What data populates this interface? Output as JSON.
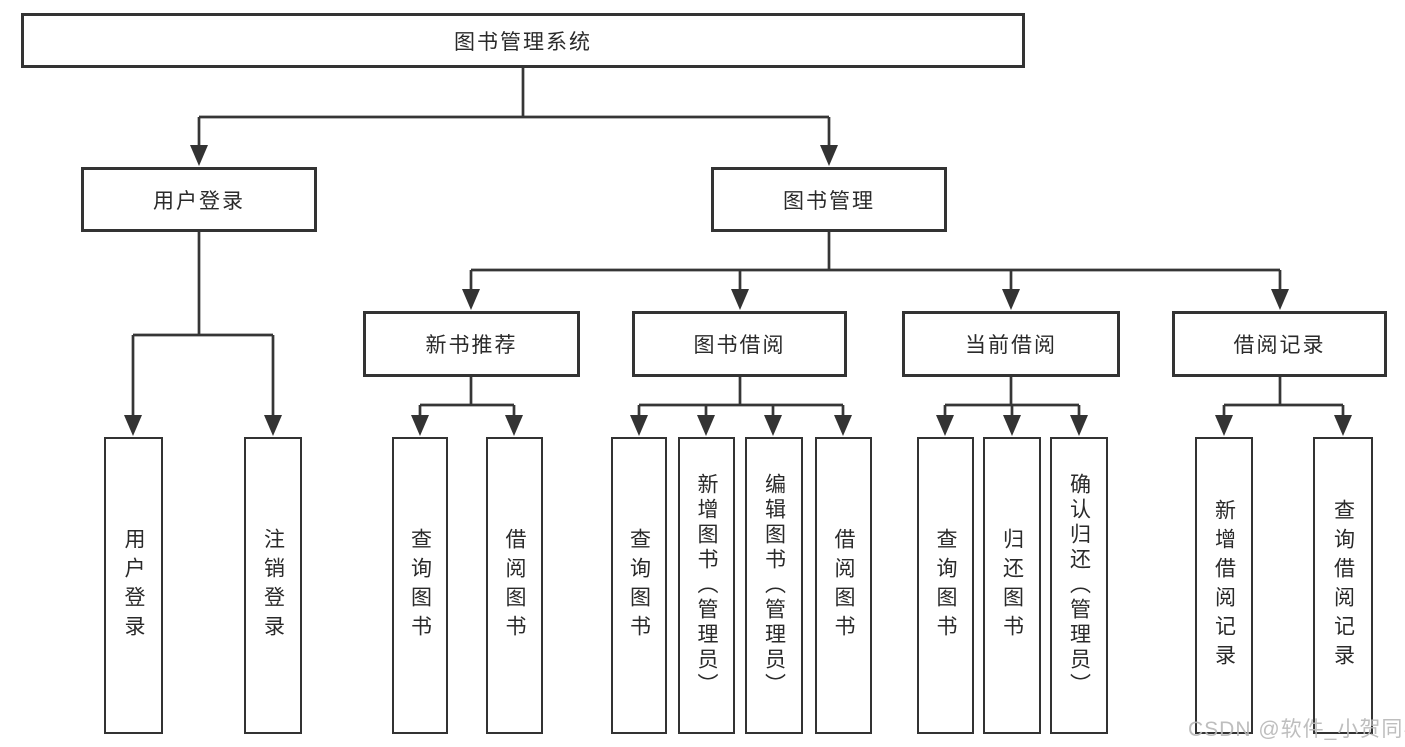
{
  "tree": {
    "label": "图书管理系统",
    "children": [
      {
        "label": "用户登录",
        "children": [
          {
            "label": "用户登录"
          },
          {
            "label": "注销登录"
          }
        ]
      },
      {
        "label": "图书管理",
        "children": [
          {
            "label": "新书推荐",
            "children": [
              {
                "label": "查询图书"
              },
              {
                "label": "借阅图书"
              }
            ]
          },
          {
            "label": "图书借阅",
            "children": [
              {
                "label": "查询图书"
              },
              {
                "label": "新增图书（管理员）"
              },
              {
                "label": "编辑图书（管理员）"
              },
              {
                "label": "借阅图书"
              }
            ]
          },
          {
            "label": "当前借阅",
            "children": [
              {
                "label": "查询图书"
              },
              {
                "label": "归还图书"
              },
              {
                "label": "确认归还（管理员）"
              }
            ]
          },
          {
            "label": "借阅记录",
            "children": [
              {
                "label": "新增借阅记录"
              },
              {
                "label": "查询借阅记录"
              }
            ]
          }
        ]
      }
    ]
  },
  "watermark": "CSDN @软件_小贺同学",
  "colors": {
    "line": "#363636",
    "border": "#333333",
    "text": "#2a2a2a",
    "watermark": "#b8b8b8",
    "background": "#ffffff"
  }
}
